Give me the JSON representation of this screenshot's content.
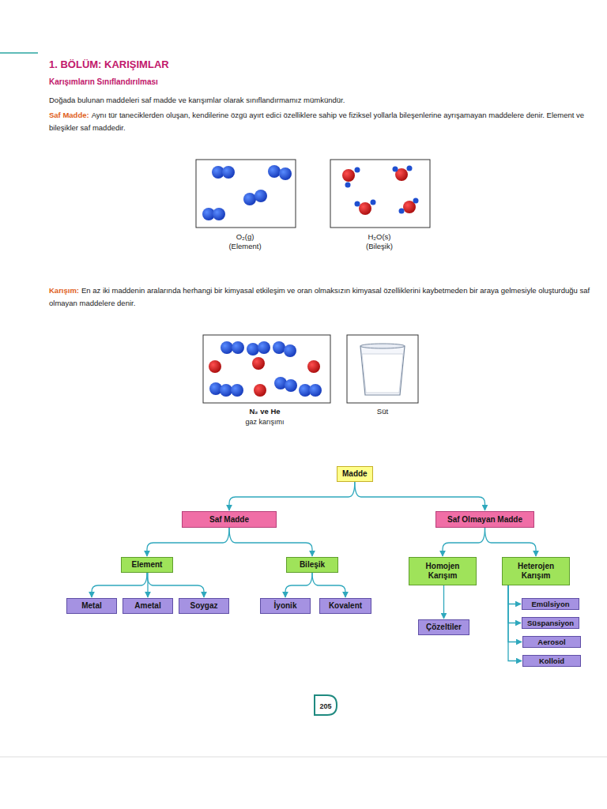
{
  "diagram": {
    "title": "1. BÖLÜM: KARIŞIMLAR",
    "nodes": [
      {
        "text": [
          "Madde"
        ]
      },
      {
        "text": [
          "Saf Madde"
        ]
      },
      {
        "text": [
          "Saf Olmayan Madde"
        ]
      },
      {
        "text": [
          "Element"
        ]
      },
      {
        "text": [
          "Bileşik"
        ]
      },
      {
        "text": [
          "Homojen Karışım"
        ]
      },
      {
        "text": [
          "Heterojen Karışım"
        ]
      },
      {
        "text": [
          "Metal"
        ]
      },
      {
        "text": [
          "Ametal"
        ]
      },
      {
        "text": [
          "Soygaz"
        ]
      },
      {
        "text": [
          "İyonik"
        ]
      },
      {
        "text": [
          "Kovalent"
        ]
      },
      {
        "text": [
          "Çözeltiler"
        ]
      },
      {
        "text": [
          "Emülsiyon"
        ]
      },
      {
        "text": [
          "Süspansiyon"
        ]
      },
      {
        "text": [
          "Aerosol"
        ]
      },
      {
        "text": [
          "Kolloid"
        ]
      }
    ],
    "edges": [
      {
        "from": 0,
        "to": 1,
        "arrow": "to"
      },
      {
        "from": 0,
        "to": 2,
        "arrow": "to"
      },
      {
        "from": 1,
        "to": 3,
        "arrow": "to"
      },
      {
        "from": 1,
        "to": 4,
        "arrow": "to"
      },
      {
        "from": 2,
        "to": 5,
        "arrow": "to"
      },
      {
        "from": 2,
        "to": 6,
        "arrow": "to"
      },
      {
        "from": 3,
        "to": 7,
        "arrow": "to"
      },
      {
        "from": 3,
        "to": 8,
        "arrow": "to"
      },
      {
        "from": 3,
        "to": 9,
        "arrow": "to"
      },
      {
        "from": 4,
        "to": 10,
        "arrow": "to"
      },
      {
        "from": 4,
        "to": 11,
        "arrow": "to"
      },
      {
        "from": 5,
        "to": 12,
        "arrow": "to"
      },
      {
        "from": 6,
        "to": 13,
        "arrow": "to"
      },
      {
        "from": 6,
        "to": 14,
        "arrow": "to"
      },
      {
        "from": 6,
        "to": 15,
        "arrow": "to"
      },
      {
        "from": 6,
        "to": 16,
        "arrow": "to"
      }
    ],
    "labels": [
      "Karışımların Sınıflandırılması",
      "Doğada bulunan maddeleri saf madde ve karışımlar olarak sınıflandırmamız mümkündür.",
      "Saf Madde:",
      "Aynı tür taneciklerden oluşan, kendilerine özgü ayırt edici özelliklere sahip ve fiziksel yollarla bileşenlerine ayrışamayan maddelere denir. Element ve bileşikler saf maddedir.",
      "O₂(g)",
      "(Element)",
      "H₂O(s)",
      "(Bileşik)",
      "Karışım:",
      "En az iki maddenin aralarında herhangi bir kimyasal etkileşim ve oran olmaksızın kimyasal özelliklerini kaybetmeden bir araya gelmesiyle oluşturduğu saf olmayan maddelere denir.",
      "N₂ ve He",
      "gaz karışımı",
      "Süt",
      "205"
    ]
  }
}
